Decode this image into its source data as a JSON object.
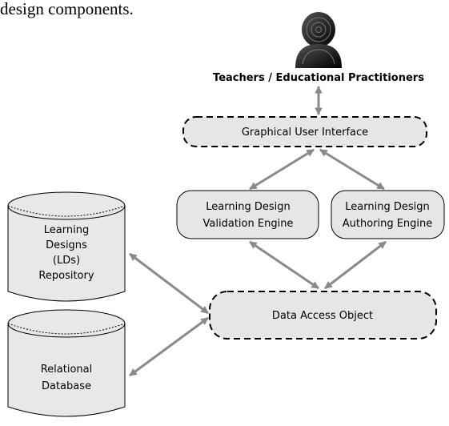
{
  "caption": "design components.",
  "actor": {
    "icon": "user-icon",
    "label": "Teachers / Educational Practitioners"
  },
  "components": {
    "gui": "Graphical User Interface",
    "validation_engine": [
      "Learning Design",
      "Validation Engine"
    ],
    "authoring_engine": [
      "Learning Design",
      "Authoring Engine"
    ],
    "dao": "Data Access Object"
  },
  "stores": {
    "ld_repository": [
      "Learning",
      "Designs",
      "(LDs)",
      "Repository"
    ],
    "relational_db": [
      "Relational",
      "Database"
    ]
  },
  "colors": {
    "box_fill": "#e6e6e6",
    "store_fill": "#e8e8e8",
    "arrow": "#8a8a8a",
    "outline": "#000000"
  }
}
